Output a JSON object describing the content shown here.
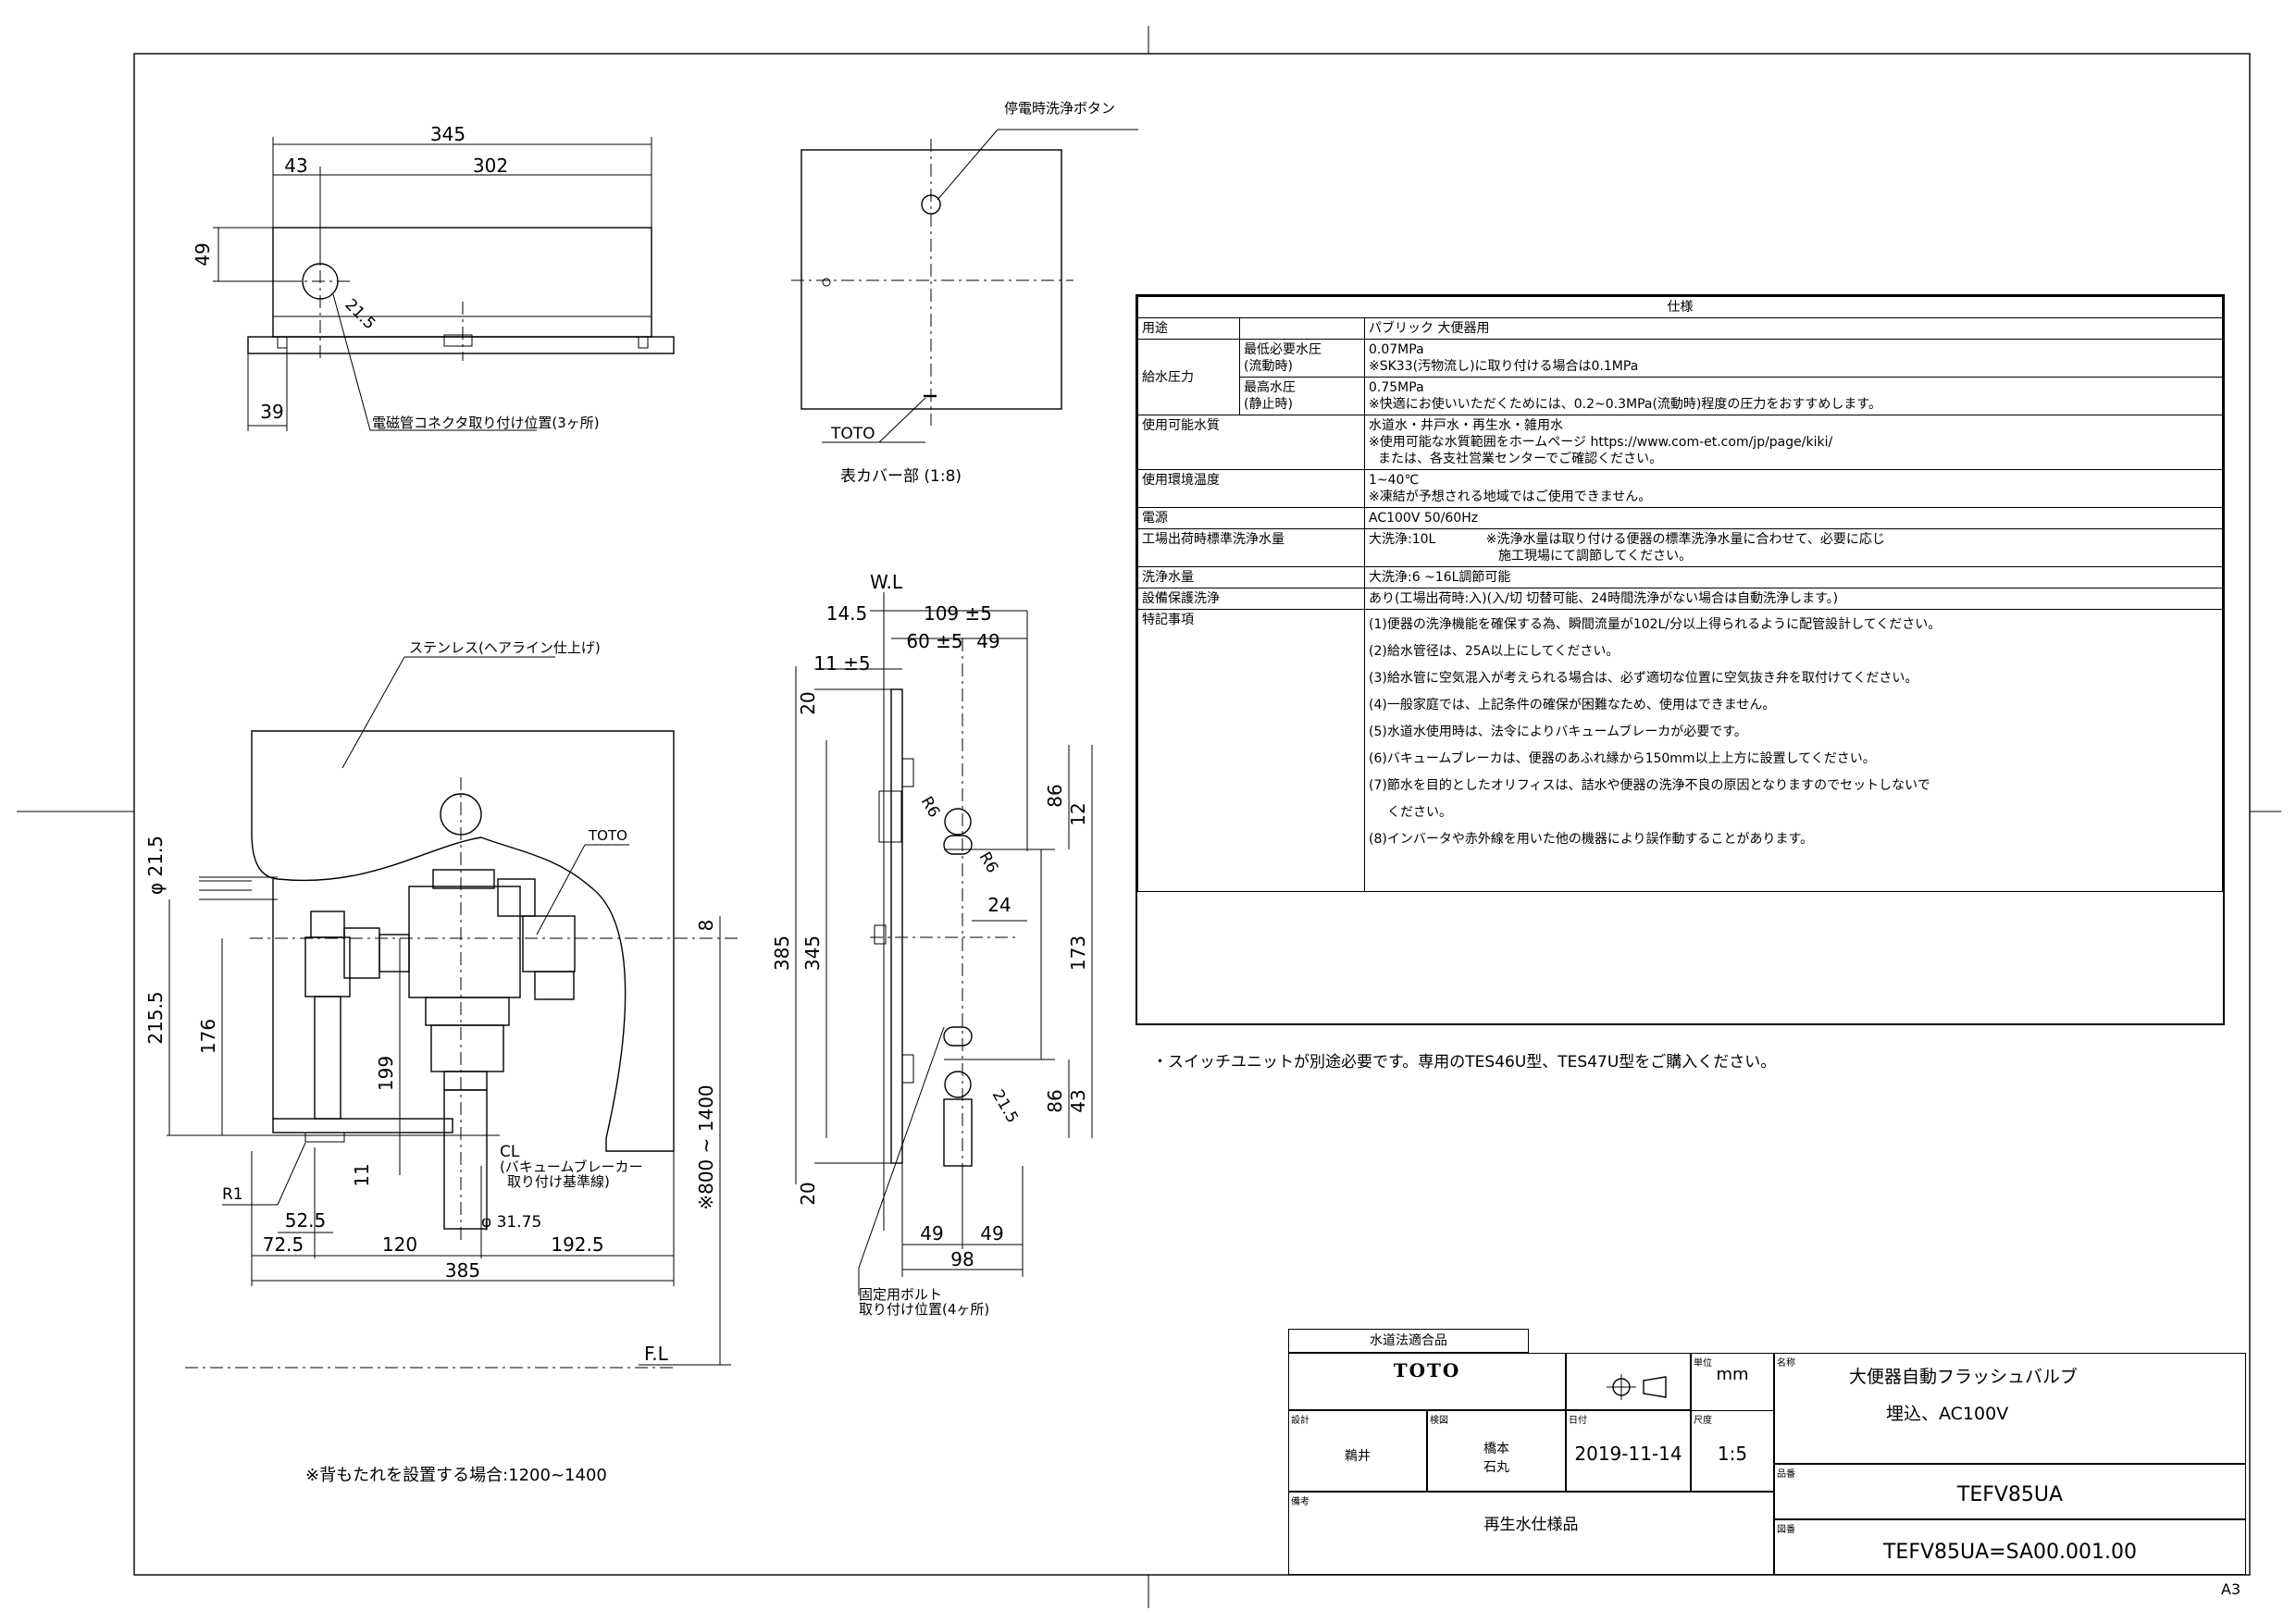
{
  "top_view": {
    "dims": {
      "d345": "345",
      "d302": "302",
      "d43": "43",
      "d49": "49",
      "d39": "39",
      "d215": "21.5"
    },
    "note_connector": "電磁管コネクタ取り付け位置(3ヶ所)"
  },
  "cover": {
    "label_button": "停電時洗浄ボタン",
    "label_brand": "TOTO",
    "label_part": "表カバー部 (1:8)"
  },
  "front_view": {
    "label_material": "ステンレス(ヘアライン仕上げ)",
    "label_brand": "TOTO",
    "dims": {
      "phi215": "φ 21.5",
      "d2155": "215.5",
      "d176": "176",
      "d199": "199",
      "d11": "11",
      "d8": "8",
      "r1": "R1",
      "d525": "52.5",
      "d725": "72.5",
      "d120": "120",
      "d1925": "192.5",
      "d385": "385",
      "phi3175": "φ 31.75",
      "range": "※800 ~ 1400"
    },
    "label_cl": "CL",
    "label_vacuum": "(バキュームブレーカー\n取り付け基準線)",
    "fl": "F.L"
  },
  "side_view": {
    "wl": "W.L",
    "dims": {
      "d145": "14.5",
      "d109": "109 ±5",
      "d60": "60 ±5",
      "d49a": "49",
      "d11": "11 ±5",
      "d20a": "20",
      "d385": "385",
      "d345": "345",
      "d20b": "20",
      "d12": "12",
      "d86a": "86",
      "d24": "24",
      "d173": "173",
      "d43": "43",
      "d86b": "86",
      "r6a": "R6",
      "r6b": "R6",
      "d215": "21.5",
      "d49b": "49",
      "d49c": "49",
      "d98": "98"
    },
    "note_bolt": "固定用ボルト\n取り付け位置(4ヶ所)"
  },
  "spec": {
    "title": "仕様",
    "rows": {
      "usage_label": "用途",
      "usage_value": "パブリック 大便器用",
      "pressure_label": "給水圧力",
      "min_label": "最低必要水圧\n(流動時)",
      "min_value1": "0.07MPa",
      "min_value2": "※SK33(汚物流し)に取り付ける場合は0.1MPa",
      "max_label": "最高水圧\n(静止時)",
      "max_value1": "0.75MPa",
      "max_value2": "※快適にお使いいただくためには、0.2~0.3MPa(流動時)程度の圧力をおすすめします。",
      "water_label": "使用可能水質",
      "water_value1": "水道水・井戸水・再生水・雑用水",
      "water_value2": "※使用可能な水質範囲をホームページ https://www.com-et.com/jp/page/kiki/",
      "water_value3": "または、各支社営業センターでご確認ください。",
      "temp_label": "使用環境温度",
      "temp_value1": "1~40℃",
      "temp_value2": "※凍結が予想される地域ではご使用できません。",
      "power_label": "電源",
      "power_value": "AC100V 50/60Hz",
      "std_label": "工場出荷時標準洗浄水量",
      "std_value1": "大洗浄:10L",
      "std_value2": "※洗浄水量は取り付ける便器の標準洗浄水量に合わせて、必要に応じ",
      "std_value3": "施工現場にて調節してください。",
      "flush_label": "洗浄水量",
      "flush_value": "大洗浄:6 ~16L調節可能",
      "timer_label": "設備保護洗浄",
      "timer_value": "あり(工場出荷時:入)(入/切 切替可能、24時間洗浄がない場合は自動洗浄します。)",
      "notes_label": "特記事項",
      "notes": [
        "(1)便器の洗浄機能を確保する為、瞬間流量が102L/分以上得られるように配管設計してください。",
        "(2)給水管径は、25A以上にしてください。",
        "(3)給水管に空気混入が考えられる場合は、必ず適切な位置に空気抜き弁を取付けてください。",
        "(4)一般家庭では、上記条件の確保が困難なため、使用はできません。",
        "(5)水道水使用時は、法令によりバキュームブレーカが必要です。",
        "(6)バキュームブレーカは、便器のあふれ縁から150mm以上上方に設置してください。",
        "(7)節水を目的としたオリフィスは、詰水や便器の洗浄不良の原因となりますのでセットしないで",
        "ください。",
        "(8)インバータや赤外線を用いた他の機器により誤作動することがあります。"
      ]
    }
  },
  "footnote": "・スイッチユニットが別途必要です。専用のTES46U型、TES47U型をご購入ください。",
  "seat_note": "※背もたれを設置する場合:1200~1400",
  "title_block": {
    "badge": "水道法適合品",
    "logo": "TOTO",
    "unit_label": "単位",
    "unit": "mm",
    "name_label": "名称",
    "name1": "大便器自動フラッシュバルブ",
    "name2": "埋込、AC100V",
    "design_label": "設計",
    "design": "鵜井",
    "check_label": "検図",
    "check1": "橋本",
    "check2": "石丸",
    "date_label": "日付",
    "date": "2019-11-14",
    "scale_label": "尺度",
    "scale": "1:5",
    "model_label": "品番",
    "model": "TEFV85UA",
    "note_label": "備考",
    "note": "再生水仕様品",
    "drawing_label": "図番",
    "drawing": "TEFV85UA=SA00.001.00"
  },
  "sheet_size": "A3"
}
